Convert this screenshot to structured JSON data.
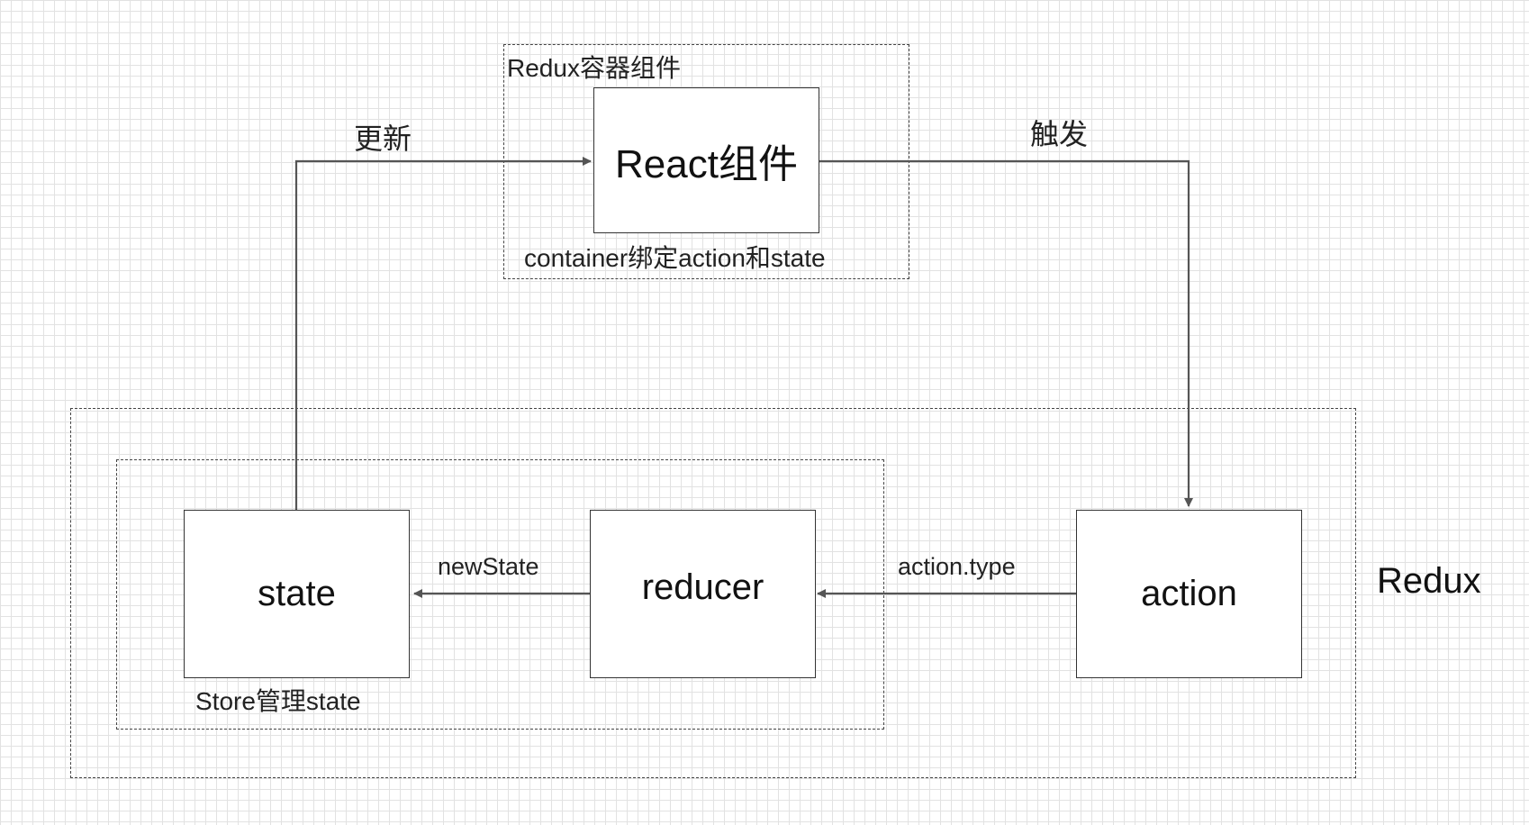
{
  "diagram": {
    "nodes": {
      "react": "React组件",
      "state": "state",
      "reducer": "reducer",
      "action": "action"
    },
    "regions": {
      "container": "Redux容器组件",
      "container_note": "container绑定action和state",
      "store_note": "Store管理state",
      "redux": "Redux"
    },
    "edges": {
      "update": "更新",
      "trigger": "触发",
      "new_state": "newState",
      "action_type": "action.type"
    }
  },
  "colors": {
    "line": "#555555",
    "border": "#333333",
    "grid": "#e2e2e2"
  }
}
